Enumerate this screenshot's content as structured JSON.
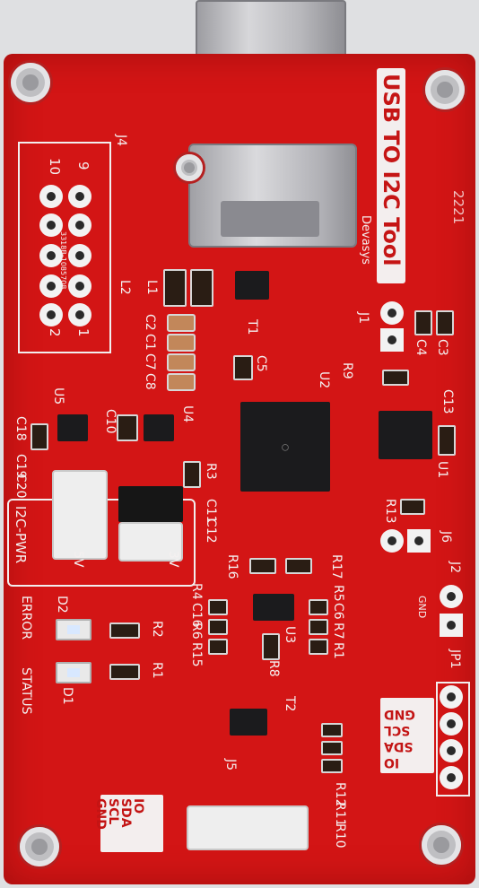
{
  "board": {
    "title": "USB TO I2C Tool",
    "maker": "Devasys",
    "code": "2221"
  },
  "silkscreen": {
    "j4": "J4",
    "j4_pin10": "10",
    "j4_pin9": "9",
    "j4_pin2": "2",
    "j4_pin1": "1",
    "j4_part": "3318B-1085708",
    "l1": "L1",
    "l2": "L2",
    "c2": "C2",
    "c1": "C1",
    "c7": "C7",
    "c8": "C8",
    "t1": "T1",
    "c5": "C5",
    "u2": "U2",
    "j1": "J1",
    "c4": "C4",
    "c3": "C3",
    "r9": "R9",
    "c13": "C13",
    "u1": "U1",
    "u5": "U5",
    "c10": "C10",
    "u4": "U4",
    "c18": "C18",
    "c19": "C19",
    "c20": "C20",
    "r3": "R3",
    "c11": "C11",
    "c12": "C12",
    "r13": "R13",
    "j6": "J6",
    "i2c_pwr": "I2C-PWR",
    "v3": "3V",
    "v5": "5V",
    "r16": "R16",
    "r17": "R17",
    "r4": "R4",
    "r5": "R5",
    "j2": "J2",
    "gnd_small": "GND",
    "c16": "C16",
    "c6": "C6",
    "r6": "R6",
    "r7": "R7",
    "r15": "R15",
    "u3": "U3",
    "r1": "R1",
    "r8": "R8",
    "error": "ERROR",
    "d2": "D2",
    "r2": "R2",
    "status": "STATUS",
    "d1": "D1",
    "r1b": "R1",
    "jp1": "JP1",
    "t2": "T2",
    "j5": "J5",
    "r12": "R12",
    "r11": "R11",
    "r10": "R10",
    "io_label": [
      "IO",
      "SDA",
      "SCL",
      "GND"
    ],
    "jp1_label": [
      "IO",
      "SDA",
      "SCL",
      "GND"
    ]
  },
  "colors": {
    "pcb": "#d31515",
    "silk": "#f4f0f0",
    "background": "#dfe0e2"
  }
}
